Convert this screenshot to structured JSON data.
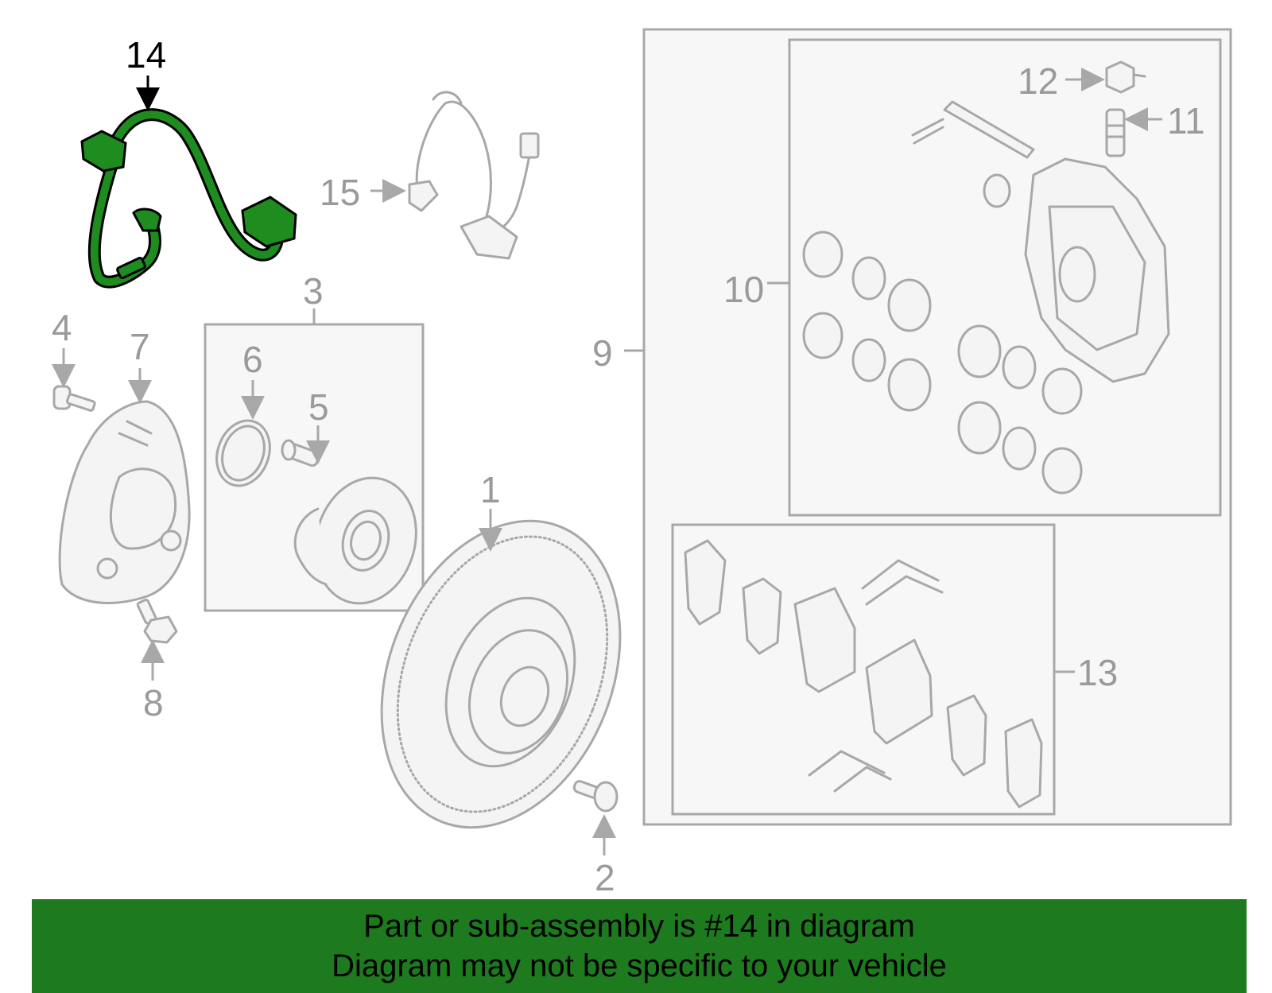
{
  "callouts": {
    "c1": "1",
    "c2": "2",
    "c3": "3",
    "c4": "4",
    "c5": "5",
    "c6": "6",
    "c7": "7",
    "c8": "8",
    "c9": "9",
    "c10": "10",
    "c11": "11",
    "c12": "12",
    "c13": "13",
    "c14": "14",
    "c15": "15"
  },
  "highlight": {
    "part_number": "14",
    "color": "#1e8c1e"
  },
  "banner": {
    "line1": "Part or sub-assembly is #14 in diagram",
    "line2": "Diagram may not be specific to your vehicle",
    "background": "#1e7a1e"
  }
}
